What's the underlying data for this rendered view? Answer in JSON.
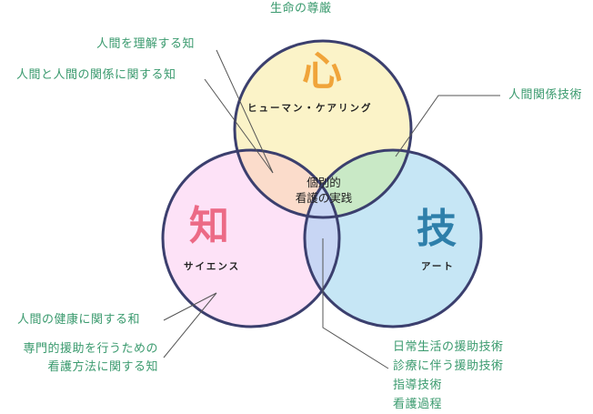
{
  "colors": {
    "label_green": "#3a9a6e",
    "circle_stroke": "#3b3f6e",
    "leader_line": "#555555",
    "kokoro_fill": "#fbf3c8",
    "chi_fill": "#fde2f7",
    "gi_fill": "#c6e6f5",
    "kokoro_chi_overlap": "#fbdccb",
    "kokoro_gi_overlap": "#c9e9c6",
    "chi_gi_overlap": "#c8d6f4",
    "kokoro_accent": "#f0a43a",
    "chi_accent": "#ec6a86",
    "gi_accent": "#2e7faa"
  },
  "diagram": {
    "top_title": "生命の尊厳",
    "center_text": [
      "個別的",
      "看護の実践"
    ],
    "circles": {
      "kokoro": {
        "kanji": "心",
        "sub": "ヒューマン・ケアリング"
      },
      "chi": {
        "kanji": "知",
        "sub": "サイエンス"
      },
      "gi": {
        "kanji": "技",
        "sub": "アート"
      }
    },
    "labels": {
      "understand_person": "人間を理解する知",
      "relations_between": "人間と人間の関係に関する知",
      "relation_skills": "人間関係技術",
      "health": "人間の健康に関する和",
      "methods": [
        "専門的援助を行うための",
        "看護方法に関する知"
      ],
      "skills": [
        "日常生活の援助技術",
        "診療に伴う援助技術",
        "指導技術",
        "看護過程"
      ]
    }
  }
}
